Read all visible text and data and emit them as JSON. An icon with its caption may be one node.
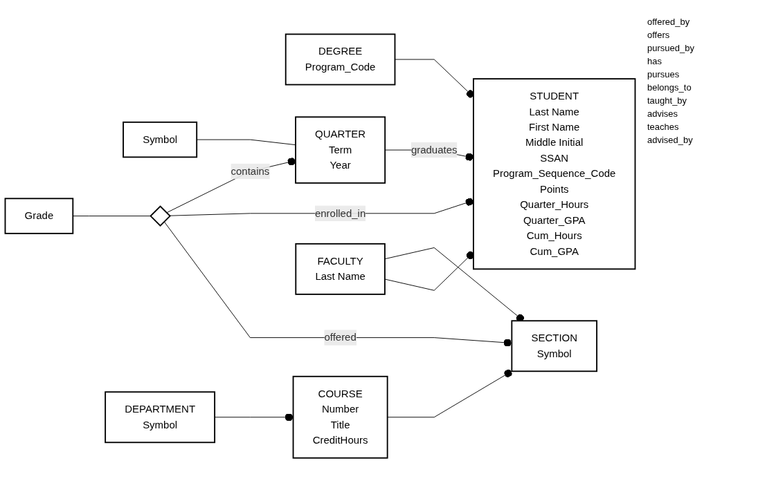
{
  "diagram": {
    "nodes": [
      {
        "text": [
          "DEGREE",
          "Program_Code"
        ]
      },
      {
        "text": [
          "COURSE",
          "Number",
          "Title",
          "CreditHours"
        ]
      },
      {
        "text": [
          "DEPARTMENT",
          "Symbol"
        ]
      },
      {
        "text": [
          "QUARTER",
          "Term",
          "Year"
        ]
      },
      {
        "text": [
          "Symbol"
        ]
      },
      {
        "text": [
          "STUDENT",
          "Last Name",
          "First Name",
          "Middle Initial",
          "SSAN",
          "Program_Sequence_Code",
          "Points",
          "Quarter_Hours",
          "Quarter_GPA",
          "Cum_Hours",
          "Cum_GPA"
        ]
      },
      {
        "text": [],
        "shape": "diamond"
      },
      {
        "text": [
          "SECTION",
          "Symbol"
        ]
      },
      {
        "text": [
          "Grade"
        ]
      },
      {
        "text": [
          "FACULTY",
          "Last Name"
        ]
      }
    ],
    "edges": [
      {
        "from": 0,
        "to": 5,
        "arrow": "other"
      },
      {
        "from": 3,
        "to": 5,
        "arrow": "other",
        "label": "graduates"
      },
      {
        "from": 4,
        "to": 3,
        "arrow": "none"
      },
      {
        "from": 2,
        "to": 1,
        "arrow": "other"
      },
      {
        "from": 1,
        "to": 7,
        "arrow": "other"
      },
      {
        "from": 6,
        "to": 3,
        "arrow": "other",
        "label": "contains"
      },
      {
        "from": 6,
        "to": 5,
        "arrow": "other",
        "label": "enrolled_in"
      },
      {
        "from": 6,
        "to": 7,
        "arrow": "other",
        "label": "offered"
      },
      {
        "from": 8,
        "to": 6,
        "arrow": "none"
      },
      {
        "from": 9,
        "to": 7,
        "arrow": "other"
      },
      {
        "from": 9,
        "to": 5,
        "arrow": "other"
      }
    ],
    "labels": [
      "offered_by",
      "offers",
      "pursued_by",
      "has",
      "pursues",
      "belongs_to",
      "taught_by",
      "advises",
      "teaches",
      "advised_by"
    ]
  }
}
